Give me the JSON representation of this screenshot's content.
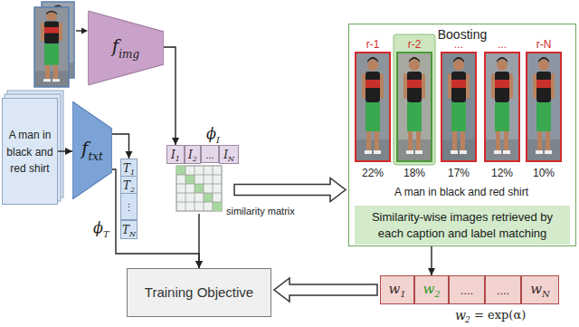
{
  "diagram": {
    "nodes": [
      {
        "text": [
          "f",
          "img"
        ]
      },
      {
        "text": [
          "A man in black and red shirt"
        ]
      },
      {
        "text": [
          "f",
          "txt"
        ]
      },
      {
        "text": [
          "I",
          "1"
        ]
      },
      {
        "text": [
          "I",
          "2"
        ]
      },
      {
        "text": [
          "..."
        ]
      },
      {
        "text": [
          "I",
          "N"
        ]
      },
      {
        "text": [
          "T",
          "1"
        ]
      },
      {
        "text": [
          "T",
          "2"
        ]
      },
      {
        "text": [
          "⋮"
        ]
      },
      {
        "text": [
          "T",
          "N"
        ]
      },
      {
        "text": [
          "similarity matrix"
        ]
      },
      {
        "text": [
          "Training Objective"
        ]
      },
      {
        "text": [
          "Boosting"
        ]
      },
      {
        "text": [
          "Similarity-wise images retrieved by each caption and label matching"
        ],
        "in": 13
      },
      {
        "text": [
          "w",
          "1"
        ]
      },
      {
        "text": [
          "w",
          "2"
        ]
      },
      {
        "text": [
          "...."
        ]
      },
      {
        "text": [
          "...."
        ]
      },
      {
        "text": [
          "w",
          "N"
        ]
      }
    ],
    "edges": [
      {
        "from": 0,
        "to": 3,
        "arrow": "to"
      },
      {
        "from": 1,
        "to": 2,
        "arrow": "to"
      },
      {
        "from": 2,
        "to": 7,
        "arrow": "to"
      },
      {
        "from": 2,
        "to": 12,
        "arrow": "to"
      },
      {
        "from": 11,
        "to": 12,
        "arrow": "to"
      },
      {
        "from": 11,
        "to": 13,
        "arrow": "to"
      },
      {
        "from": 13,
        "to": 16,
        "arrow": "to"
      },
      {
        "from": 15,
        "to": 12,
        "arrow": "to"
      }
    ],
    "labels": [
      "ϕ",
      "I",
      "ϕ",
      "T",
      "r-1",
      "r-2",
      "...",
      "...",
      "r-N",
      "22%",
      "18%",
      "17%",
      "12%",
      "10%",
      "A man in black and red shirt",
      "w",
      "2",
      "= exp(α)"
    ]
  }
}
